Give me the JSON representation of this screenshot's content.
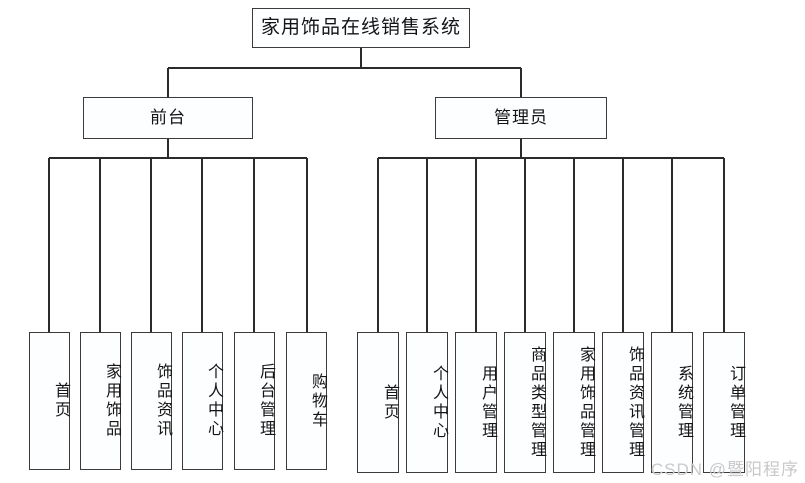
{
  "diagram": {
    "type": "tree",
    "root": {
      "label": "家用饰品在线销售系统"
    },
    "branches": [
      {
        "id": "front",
        "label": "前台",
        "leaves": [
          {
            "label": "首页"
          },
          {
            "label": "家用饰品"
          },
          {
            "label": "饰品资讯"
          },
          {
            "label": "个人中心"
          },
          {
            "label": "后台管理"
          },
          {
            "label": "购物车"
          }
        ]
      },
      {
        "id": "admin",
        "label": "管理员",
        "leaves": [
          {
            "label": "首页"
          },
          {
            "label": "个人中心"
          },
          {
            "label": "用户管理"
          },
          {
            "label": "商品类型管理"
          },
          {
            "label": "家用饰品管理"
          },
          {
            "label": "饰品资讯管理"
          },
          {
            "label": "系统管理"
          },
          {
            "label": "订单管理"
          }
        ]
      }
    ]
  },
  "watermark": {
    "text": "CSDN @暨阳程序"
  },
  "colors": {
    "line": "#2b2b2b",
    "box_border": "#3b3b3b",
    "box_fill": "#fdfeff",
    "text": "#141414",
    "watermark": "#c9c9c9"
  }
}
